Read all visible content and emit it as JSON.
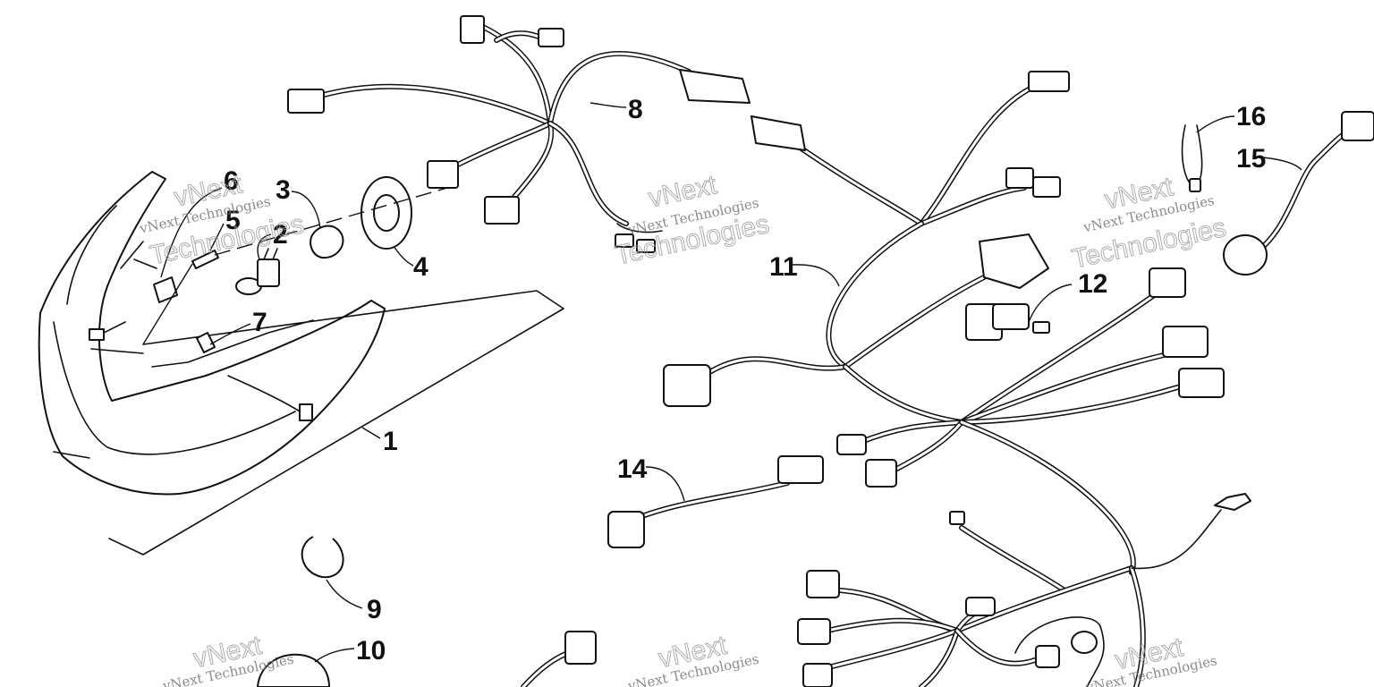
{
  "callouts": {
    "c1": "1",
    "c2": "2",
    "c3": "3",
    "c4": "4",
    "c5": "5",
    "c6": "6",
    "c7": "7",
    "c8": "8",
    "c9": "9",
    "c10": "10",
    "c11": "11",
    "c12": "12",
    "c14": "14",
    "c15": "15",
    "c16": "16"
  },
  "watermark": {
    "line1": "vNext",
    "line2": "vNext Technologies",
    "line3": "Technologies"
  },
  "colors": {
    "ink": "#111111",
    "watermark": "#888888",
    "background": "#ffffff"
  }
}
